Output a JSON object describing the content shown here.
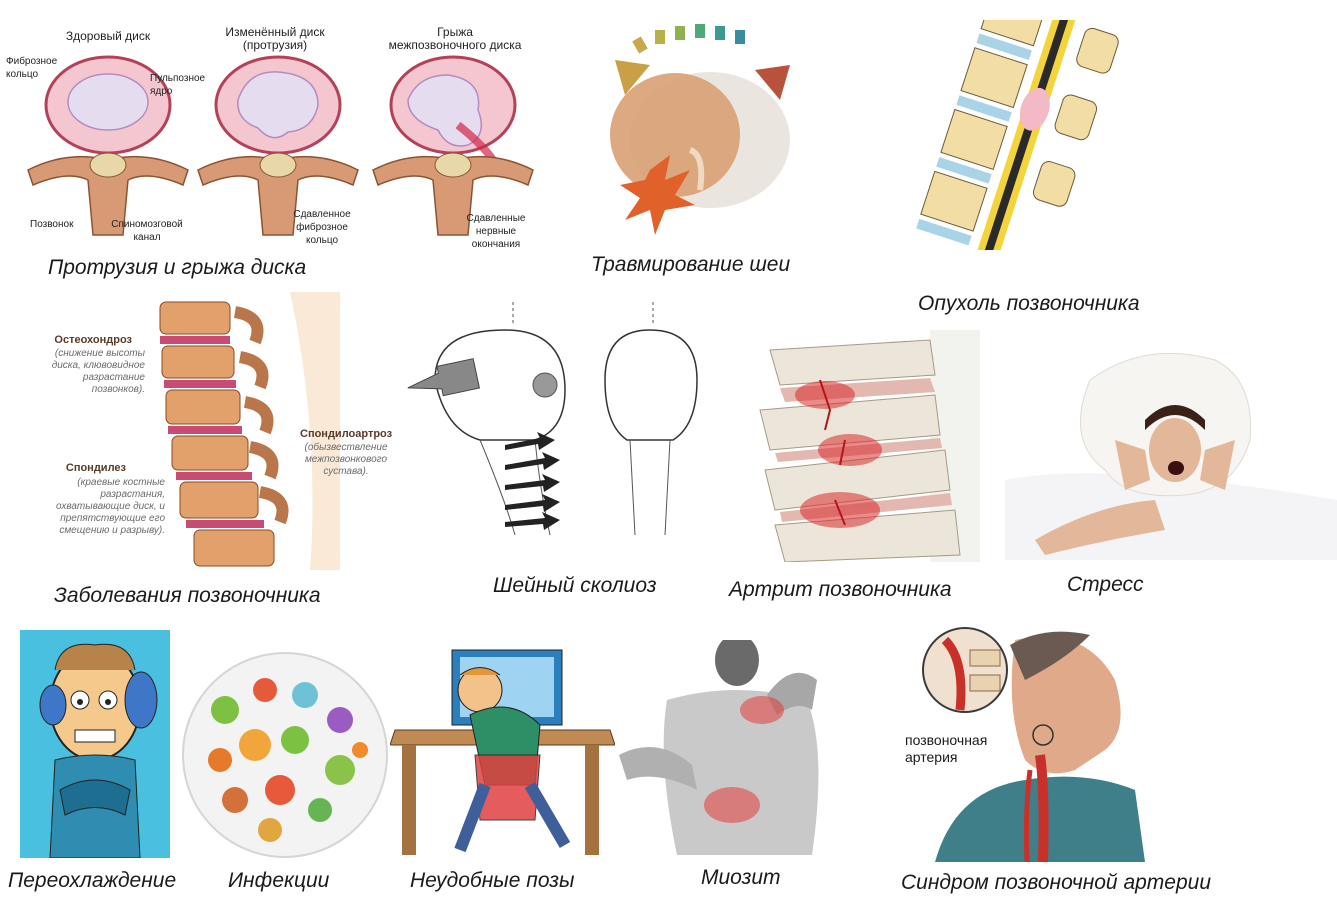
{
  "captions": {
    "disc": "Протрузия и грыжа диска",
    "neck_trauma": "Травмирование шеи",
    "tumor": "Опухоль позвоночника",
    "diseases": "Заболевания позвоночника",
    "scoliosis": "Шейный сколиоз",
    "arthritis": "Артрит позвоночника",
    "stress": "Стресс",
    "hypothermia": "Переохлаждение",
    "infections": "Инфекции",
    "postures": "Неудобные позы",
    "myositis": "Миозит",
    "artery_syndrome": "Синдром позвоночной артерии"
  },
  "disc_diagram": {
    "titles": {
      "healthy": "Здоровый диск",
      "changed": "Изменённый диск\n(протрузия)",
      "hernia": "Грыжа\nмежпозвоночного диска"
    },
    "labels": {
      "fibrous_ring": "Фиброзное\nкольцо",
      "nucleus": "Пульпозное\nядро",
      "vertebra": "Позвонок",
      "spinal_canal": "Спиномозговой\nканал",
      "compressed_ring": "Сдавленное\nфиброзное\nкольцо",
      "compressed_nerves": "Сдавленные\nнервные\nокончания"
    }
  },
  "spine_diseases": {
    "osteochondrosis_title": "Остеохондроз",
    "osteochondrosis_desc": "(снижение высоты\nдиска, клювовидное\nразрастание\nпозвонков).",
    "spondylosis_title": "Спондилез",
    "spondylosis_desc": "(краевые костные\nразрастания,\nохватывающие диск, и\nпрепятствующие его\nсмещению и разрыву).",
    "spondyloarthrosis_title": "Спондилоартроз",
    "spondyloarthrosis_desc": "(обызвествление\nмежпозвонкового\nсустава)."
  },
  "artery": {
    "label": "позвоночная\nартерия"
  }
}
